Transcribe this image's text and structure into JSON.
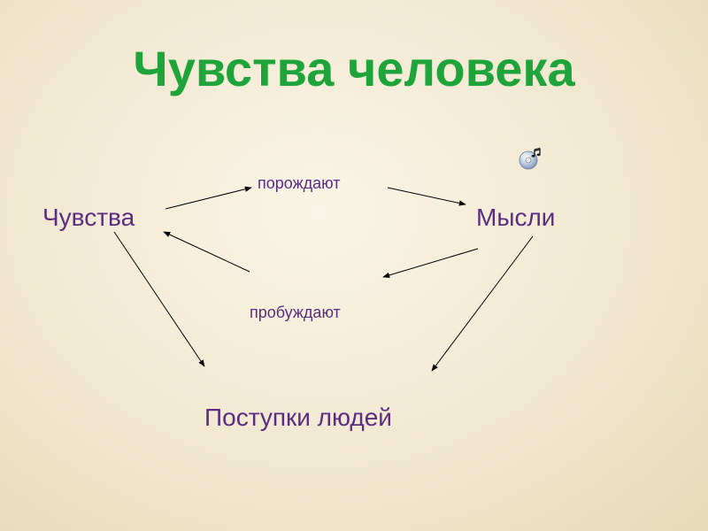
{
  "colors": {
    "title": "#1fa33b",
    "node": "#5b2d82",
    "verb": "#5b2d82",
    "arrow": "#000000"
  },
  "title": "Чувства человека",
  "nodes": {
    "feelings": "Чувства",
    "thoughts": "Мысли",
    "actions": "Поступки людей"
  },
  "verbs": {
    "generate": "порождают",
    "awaken": "пробуждают"
  },
  "icons": {
    "sound": "cd-audio-icon"
  },
  "edges": [
    {
      "from": "Чувства",
      "to": "Мысли",
      "label": "порождают"
    },
    {
      "from": "Мысли",
      "to": "Чувства",
      "label": "пробуждают"
    },
    {
      "from": "Чувства",
      "to": "Поступки людей"
    },
    {
      "from": "Мысли",
      "to": "Поступки людей"
    }
  ]
}
